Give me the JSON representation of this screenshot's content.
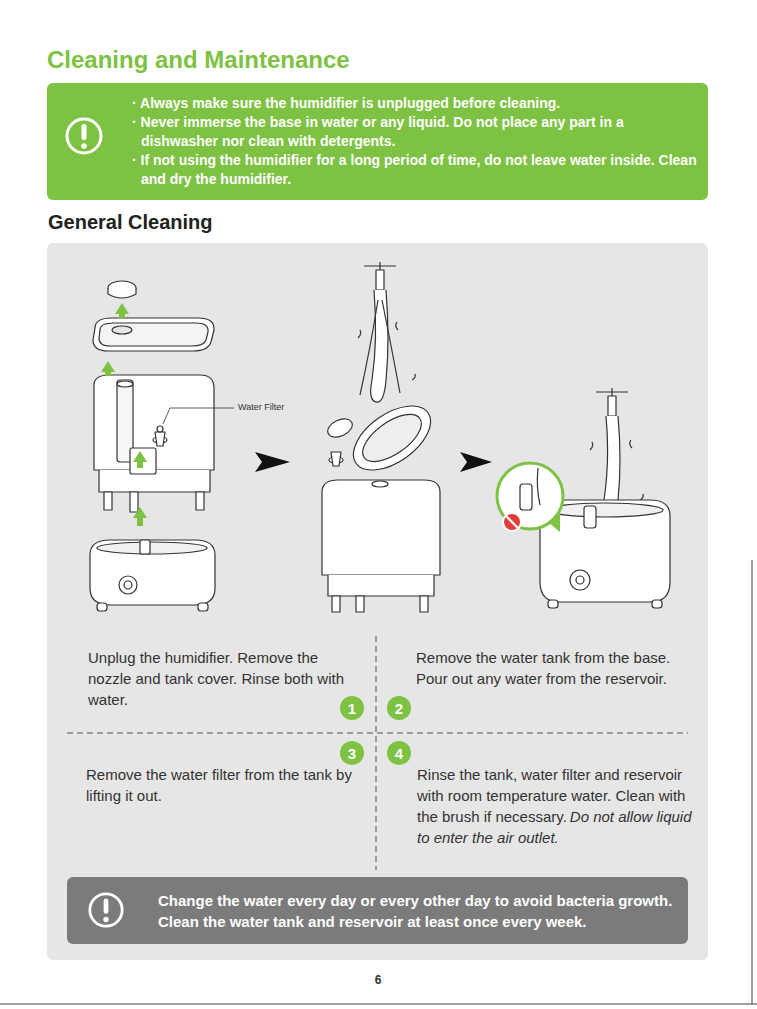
{
  "diagram": {
    "title": "Cleaning and Maintenance",
    "nodes": [
      {
        "text": [
          "· Always make sure the humidifier is unplugged before cleaning.",
          "· Never immerse the base in water or any liquid. Do not place any part in a dishwasher nor clean with detergents.",
          "· If not using the humidifier for a long period of time, do not leave water inside. Clean and dry the humidifier."
        ]
      },
      {
        "text": [
          "General Cleaning"
        ]
      },
      {
        "text": [
          "1"
        ],
        "in": 1
      },
      {
        "text": [
          "2"
        ],
        "in": 1
      },
      {
        "text": [
          "3"
        ],
        "in": 1
      },
      {
        "text": [
          "4"
        ],
        "in": 1
      },
      {
        "text": [
          "Change the water every day or every other day to avoid bacteria growth. Clean the water tank and reservoir at least once every week."
        ],
        "in": 1
      }
    ],
    "labels": [
      "Water Filter",
      "Unplug the humidifier. Remove the nozzle and tank cover. Rinse both with water.",
      "Remove the water tank from the base. Pour out any water from the reservoir.",
      "Remove the water filter from the tank by lifting it out.",
      "Rinse the tank, water filter and reservoir with room temperature water. Clean with the brush if necessary.",
      "Do not allow liquid to enter the air outlet.",
      "6"
    ]
  }
}
